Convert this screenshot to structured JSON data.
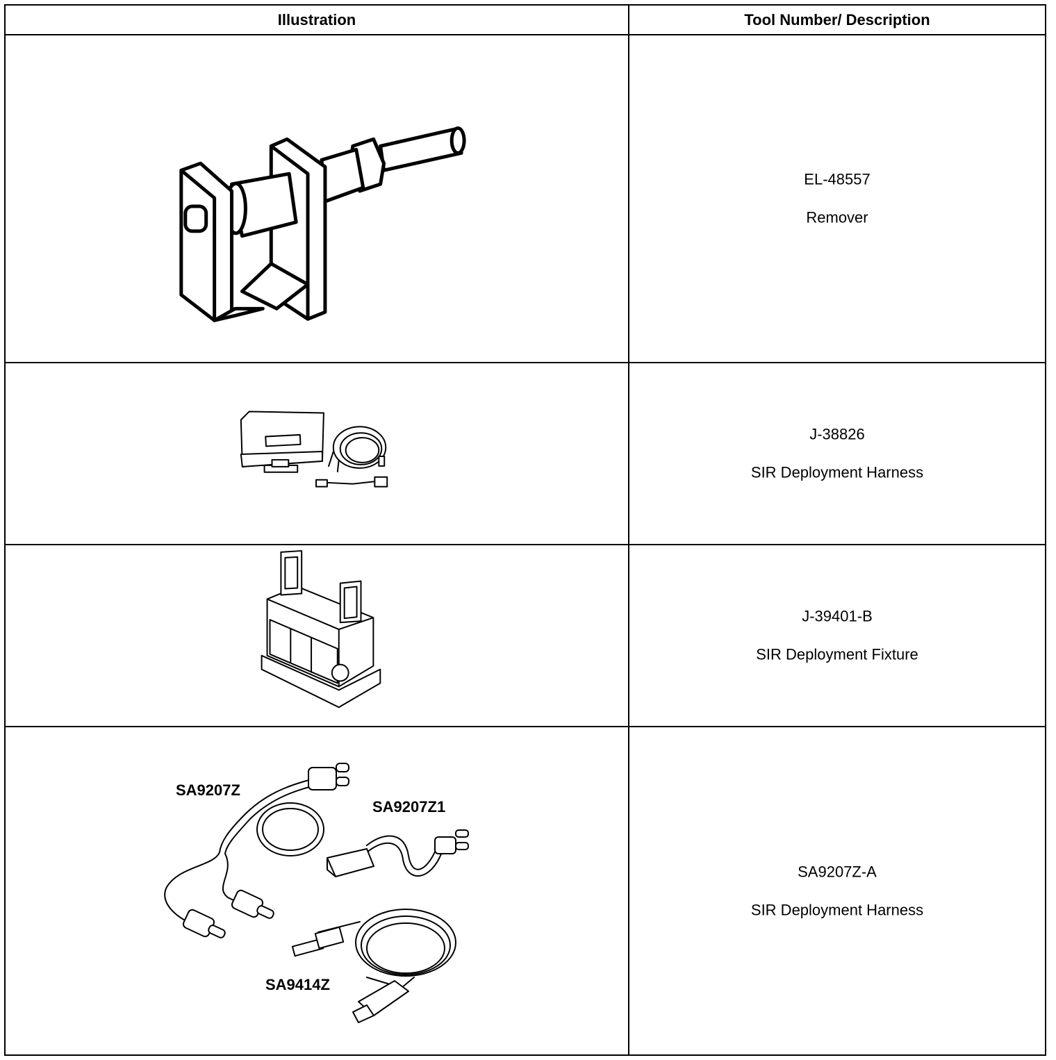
{
  "table": {
    "headers": [
      "Illustration",
      "Tool Number/ Description"
    ],
    "rows": [
      {
        "tool_number": "EL-48557",
        "description": "Remover"
      },
      {
        "tool_number": "J-38826",
        "description": "SIR Deployment Harness"
      },
      {
        "tool_number": "J-39401-B",
        "description": "SIR Deployment Fixture"
      },
      {
        "tool_number": "SA9207Z-A",
        "description": "SIR Deployment Harness",
        "callouts": [
          "SA9207Z",
          "SA9207Z1",
          "SA9414Z"
        ]
      }
    ]
  }
}
